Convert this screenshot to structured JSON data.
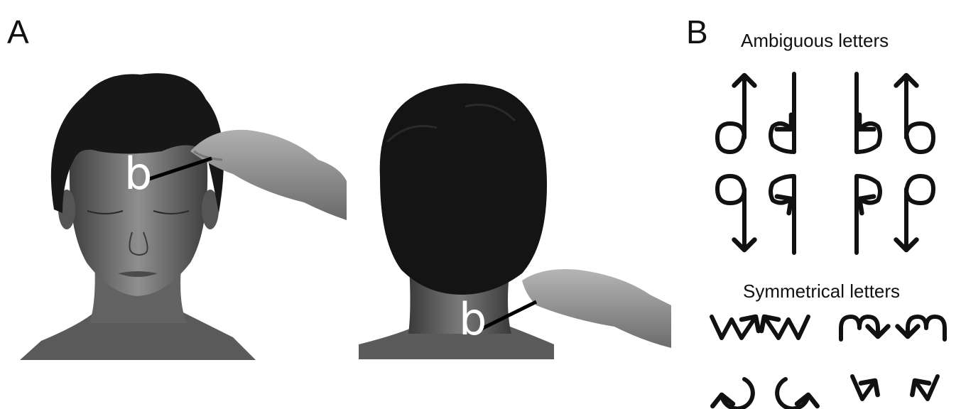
{
  "panels": {
    "a": {
      "label": "A",
      "front_letter": "b",
      "back_letter": "b"
    },
    "b": {
      "label": "B",
      "ambiguous_title": "Ambiguous letters",
      "symmetrical_title": "Symmetrical letters"
    }
  },
  "colors": {
    "ink": "#111111",
    "skin_light": "#9a9a9a",
    "skin_dark": "#4a4a4a",
    "hair": "#151515"
  },
  "icons": {
    "ambiguous": [
      "d-up-arrow-icon",
      "d-loop-arrow-icon",
      "b-loop-arrow-icon",
      "b-up-arrow-icon",
      "q-down-arrow-icon",
      "q-loop-arrow-icon",
      "p-loop-arrow-icon",
      "p-down-arrow-icon"
    ],
    "symmetrical": [
      "w-arrow-right-icon",
      "w-arrow-left-icon",
      "m-arrow-right-icon",
      "m-arrow-left-icon",
      "circle-ccw-arrow-icon",
      "circle-cw-arrow-icon",
      "v-arrow-right-icon",
      "v-arrow-left-icon"
    ]
  }
}
